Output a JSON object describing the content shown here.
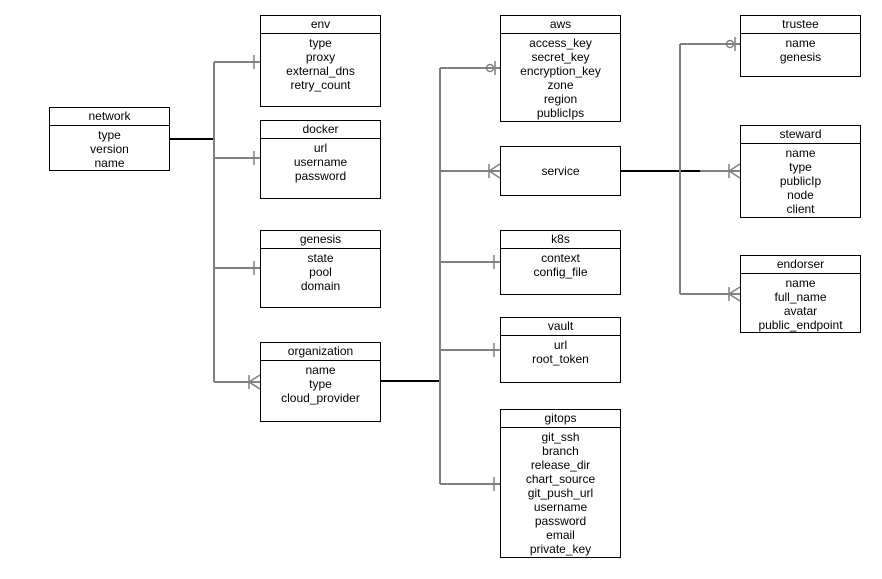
{
  "diagram": {
    "entities": {
      "network": {
        "title": "network",
        "fields": [
          "type",
          "version",
          "name"
        ]
      },
      "env": {
        "title": "env",
        "fields": [
          "type",
          "proxy",
          "external_dns",
          "retry_count"
        ]
      },
      "docker": {
        "title": "docker",
        "fields": [
          "url",
          "username",
          "password"
        ]
      },
      "genesis": {
        "title": "genesis",
        "fields": [
          "state",
          "pool",
          "domain"
        ]
      },
      "organization": {
        "title": "organization",
        "fields": [
          "name",
          "type",
          "cloud_provider"
        ]
      },
      "aws": {
        "title": "aws",
        "fields": [
          "access_key",
          "secret_key",
          "encryption_key",
          "zone",
          "region",
          "publicIps"
        ]
      },
      "service": {
        "title": "service"
      },
      "k8s": {
        "title": "k8s",
        "fields": [
          "context",
          "config_file"
        ]
      },
      "vault": {
        "title": "vault",
        "fields": [
          "url",
          "root_token"
        ]
      },
      "gitops": {
        "title": "gitops",
        "fields": [
          "git_ssh",
          "branch",
          "release_dir",
          "chart_source",
          "git_push_url",
          "username",
          "password",
          "email",
          "private_key"
        ]
      },
      "trustee": {
        "title": "trustee",
        "fields": [
          "name",
          "genesis"
        ]
      },
      "steward": {
        "title": "steward",
        "fields": [
          "name",
          "type",
          "publicIp",
          "node",
          "client"
        ]
      },
      "endorser": {
        "title": "endorser",
        "fields": [
          "name",
          "full_name",
          "avatar",
          "public_endpoint"
        ]
      }
    },
    "relations": [
      {
        "from": "network",
        "to": "env",
        "cardinality": "one"
      },
      {
        "from": "network",
        "to": "docker",
        "cardinality": "one"
      },
      {
        "from": "network",
        "to": "genesis",
        "cardinality": "one"
      },
      {
        "from": "network",
        "to": "organization",
        "cardinality": "many"
      },
      {
        "from": "organization",
        "to": "aws",
        "cardinality": "zero-or-one"
      },
      {
        "from": "organization",
        "to": "service",
        "cardinality": "many"
      },
      {
        "from": "organization",
        "to": "k8s",
        "cardinality": "one"
      },
      {
        "from": "organization",
        "to": "vault",
        "cardinality": "one"
      },
      {
        "from": "organization",
        "to": "gitops",
        "cardinality": "one"
      },
      {
        "from": "service",
        "to": "trustee",
        "cardinality": "zero-or-one"
      },
      {
        "from": "service",
        "to": "steward",
        "cardinality": "many"
      },
      {
        "from": "service",
        "to": "endorser",
        "cardinality": "many"
      }
    ],
    "colors": {
      "line": "#808080",
      "trunk": "#000000",
      "border": "#000000",
      "text": "#000000"
    }
  }
}
